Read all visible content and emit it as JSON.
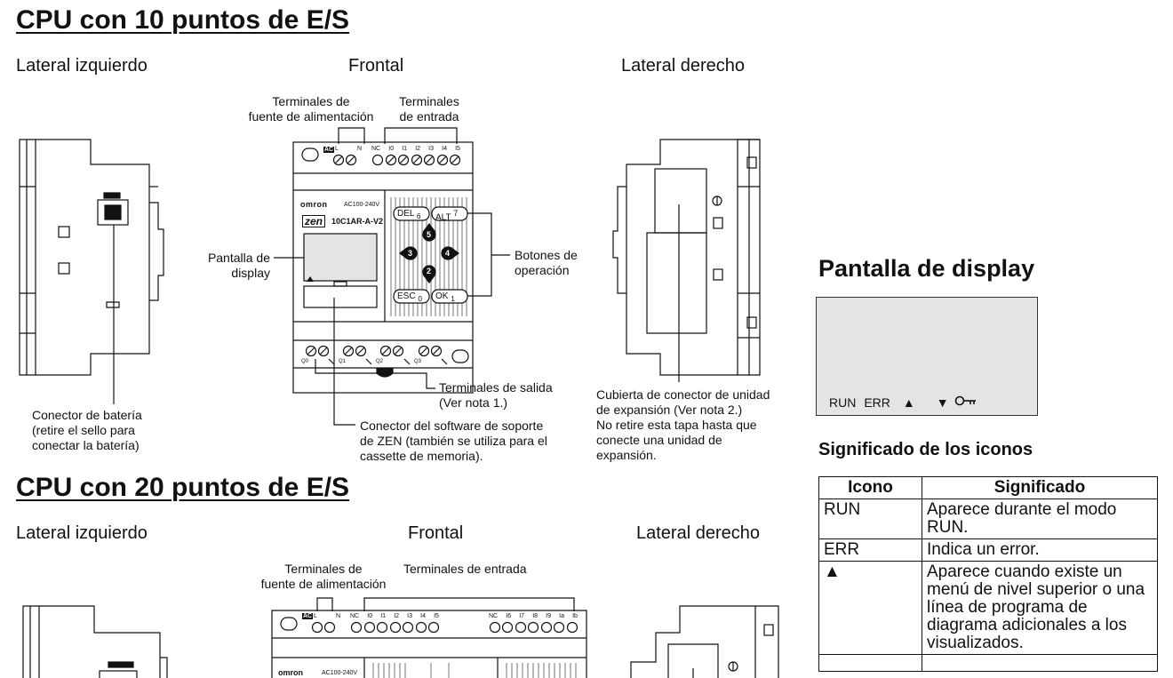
{
  "sec1": {
    "title": "CPU con 10 puntos de E/S",
    "views": {
      "left": "Lateral izquierdo",
      "front": "Frontal",
      "right": "Lateral derecho"
    },
    "labels": {
      "power_terminals": [
        "Terminales de",
        "fuente de alimentación"
      ],
      "input_terminals": [
        "Terminales",
        "de entrada"
      ],
      "display": [
        "Pantalla de",
        "display"
      ],
      "buttons": [
        "Botones de",
        "operación"
      ],
      "output_terminals": [
        "Terminales de salida",
        "(Ver nota 1.)"
      ],
      "software_connector": [
        "Conector del software de soporte",
        "de ZEN (también se utiliza para el",
        "cassette de memoria)."
      ],
      "battery_connector": [
        "Conector de batería",
        "(retire el sello para",
        "conectar la batería)"
      ],
      "expansion_cover": [
        "Cubierta de conector de unidad",
        "de expansión (Ver nota 2.)",
        "No retire esta tapa hasta que",
        "conecte una unidad de",
        "expansión."
      ]
    },
    "device": {
      "brand": "omron",
      "voltage": "AC100-240V",
      "logo": "zen",
      "model": "10C1AR-A-V2",
      "ac_tag": "AC",
      "power_pins": [
        "L",
        "N"
      ],
      "input_pins": [
        "NC",
        "I0",
        "I1",
        "I2",
        "I3",
        "I4",
        "I5"
      ],
      "output_pins": [
        "Q0",
        "Q1",
        "Q2",
        "Q3"
      ],
      "keys": {
        "del": "DEL",
        "del_n": "6",
        "alt": "ALT",
        "alt_n": "7",
        "esc": "ESC",
        "esc_n": "0",
        "ok": "OK",
        "ok_n": "1",
        "up": "5",
        "left": "3",
        "right": "4",
        "down": "2"
      }
    }
  },
  "sec2": {
    "title": "CPU con 20 puntos de E/S",
    "views": {
      "left": "Lateral izquierdo",
      "front": "Frontal",
      "right": "Lateral derecho"
    },
    "labels": {
      "power_terminals": [
        "Terminales de",
        "fuente de alimentación"
      ],
      "input_terminals": "Terminales de entrada"
    },
    "device": {
      "brand": "omron",
      "voltage": "AC100-240V",
      "ac_tag": "AC",
      "power_pins": [
        "L",
        "N"
      ],
      "input_pins_a": [
        "NC",
        "I0",
        "I1",
        "I2",
        "I3",
        "I4",
        "I5"
      ],
      "input_pins_b": [
        "NC",
        "I6",
        "I7",
        "I8",
        "I9",
        "Ia",
        "Ib"
      ]
    }
  },
  "display_panel": {
    "title": "Pantalla de display",
    "icons": [
      "RUN",
      "ERR",
      "▲",
      "▼"
    ],
    "key_icon": "key-icon"
  },
  "meaning": {
    "title": "Significado de los iconos",
    "headers": [
      "Icono",
      "Significado"
    ],
    "rows": [
      {
        "icon": "RUN",
        "text": "Aparece durante el modo RUN."
      },
      {
        "icon": "ERR",
        "text": "Indica un error."
      },
      {
        "icon": "▲",
        "text": "Aparece cuando existe un menú de nivel superior o una línea de programa de diagrama adicionales a los visualizados."
      }
    ]
  }
}
